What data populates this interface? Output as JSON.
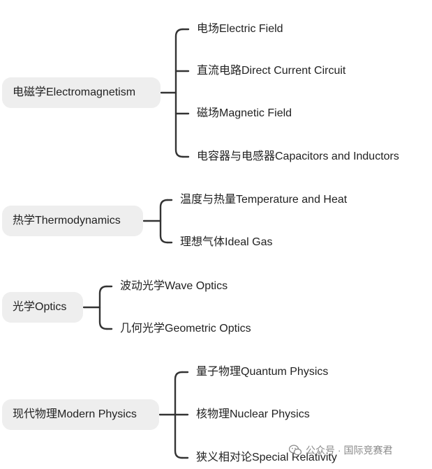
{
  "branches": [
    {
      "label": "电磁学Electromagnetism",
      "children": [
        "电场Electric Field",
        "直流电路Direct Current Circuit",
        "磁场Magnetic Field",
        "电容器与电感器Capacitors and Inductors"
      ]
    },
    {
      "label": "热学Thermodynamics",
      "children": [
        "温度与热量Temperature and Heat",
        "理想气体Ideal Gas"
      ]
    },
    {
      "label": "光学Optics",
      "children": [
        "波动光学Wave Optics",
        "几何光学Geometric Optics"
      ]
    },
    {
      "label": "现代物理Modern Physics",
      "children": [
        "量子物理Quantum Physics",
        "核物理Nuclear Physics",
        "狭义相对论Special Relativity"
      ]
    }
  ],
  "watermark": {
    "text": "公众号 · 国际竞赛君",
    "icon": "wechat-icon",
    "color": "#8a8a8a"
  },
  "colors": {
    "node_background": "#eeeeee",
    "connector": "#333333"
  }
}
